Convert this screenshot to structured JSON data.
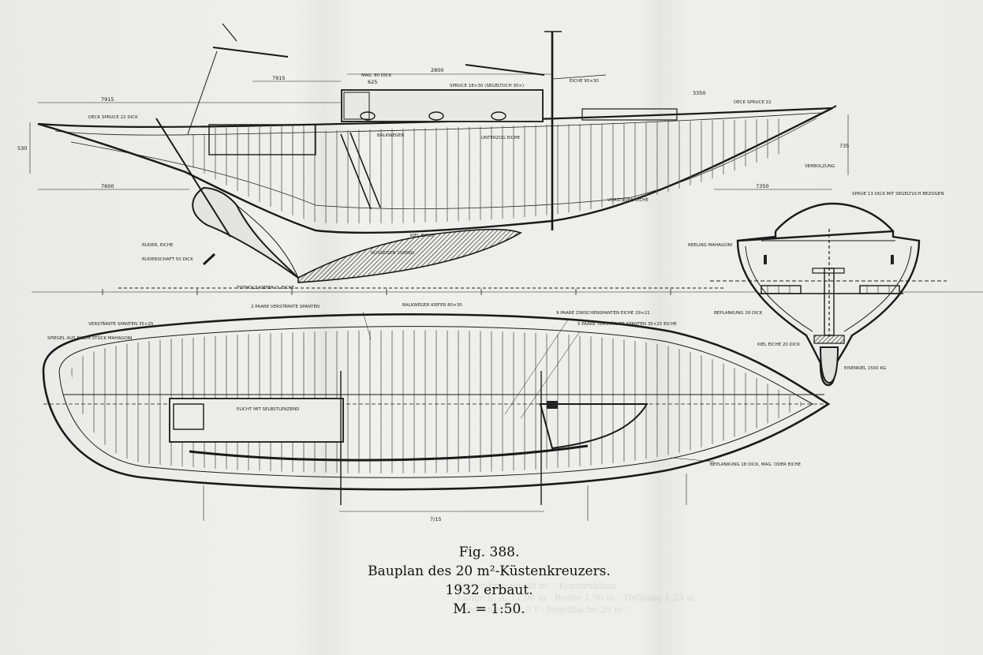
{
  "figure": {
    "number": "Fig. 388.",
    "title": "Bauplan des 20 m²-Küstenkreuzers.",
    "year": "1932 erbaut.",
    "scale": "M. = 1:50."
  },
  "dimensions": {
    "d_7915_top": "7915",
    "d_7915_mid": "7915",
    "d_2800": "2800",
    "d_625": "625",
    "d_530": "530",
    "d_7600": "7600",
    "d_735": "735",
    "d_7350": "7350",
    "d_3350": "3350",
    "d_7_15": "7/15"
  },
  "labels": {
    "deck_spruce_left": "DECK SPRUCE 22 DICK",
    "deck_spruce_right": "DECK SPRUCE 22",
    "mahagoni_80": "MAG. 80 DICK",
    "spruce_18x30": "SPRUCE 18×30 (SEGELTUCH 30×)",
    "eiche_95x30": "EICHE 95×30",
    "balkweger": "BALKWEGER",
    "unterzug": "UNTERZUG EICHE",
    "kiel_eiche": "KIEL EICHE",
    "vorsteven": "VORSTEVEN EICHE",
    "verbolzung": "VERBOLZUNG",
    "ruder_eiche": "RUDER, EICHE",
    "ruderschaft": "RUDERSCHAFT 50 DICK",
    "totholz": "TOTHOLZ KIEFER O. EICHE",
    "gusseisen": "GUSSEISEN 1500KG",
    "spiegel": "SPIEGEL AUS EINEM STÜCK MAHAGONI",
    "verstaerkte_spanten_top": "VERSTÄRKTE SPANTEN 35×25",
    "zwei_paare": "2 PAARE VERSTÄRKTE SPANTEN",
    "balkweger_kiefer": "BALKWEGER KIEFER 80×30",
    "zwischenspanten": "9 PAARE ZWISCHENSPANTEN EICHE 29×21",
    "verst_spanten_5": "5 PAARE VERSTÄRKTE SPANTEN 35×25 EICHE",
    "plicht": "PLICHT MIT SELBSTLENZEND",
    "beplankung": "BEPLANKUNG 18 DICK, MAG. ODER EICHE",
    "sprue_13": "SPRUE 13 DICK MIT SEGELTUCH BEZOGEN",
    "kiel_eiche_section": "KIEL EICHE 20 DICK",
    "eisenkiel": "EISENKIEL 1500 KG",
    "beplankung_section": "BEPLANKUNG 18 DICK",
    "reeling": "REELING MAHAGONI"
  },
  "ghost_text": [
    "Küstenkreuzer 20 m² · Konstruktion",
    "Länge ü. A. 11,00 m · Breite 1,90 m · Tiefgang 1,25 m",
    "Verdrängung 2,3 t · Segelfläche 20 m²"
  ],
  "colors": {
    "ink": "#1a1a1a",
    "paper": "#ededea",
    "hatch": "#3a3a3a"
  }
}
